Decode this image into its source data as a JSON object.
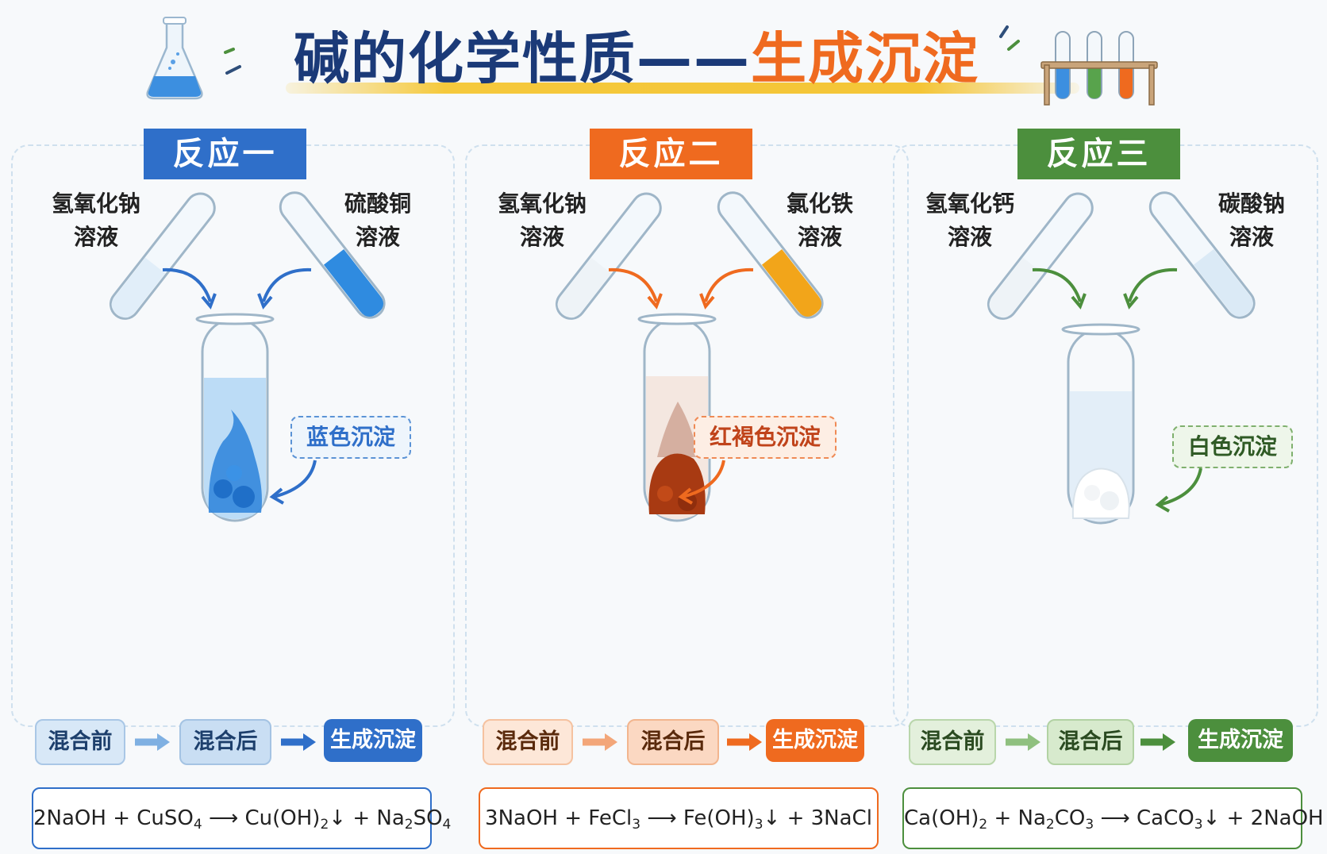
{
  "title": {
    "part1": "碱的化学性质",
    "dash": "——",
    "part2": "生成沉淀"
  },
  "colors": {
    "blue": "#2f6fc9",
    "orange": "#ef6a1f",
    "green": "#4c8f3d",
    "title": "#1b3a78"
  },
  "reactions": [
    {
      "tag": "反应一",
      "reagent_left": [
        "氢氧化钠",
        "溶液"
      ],
      "reagent_right": [
        "硫酸铜",
        "溶液"
      ],
      "precipitate": "蓝色沉淀",
      "steps": [
        "混合前",
        "混合后",
        "生成沉淀"
      ],
      "equation": {
        "lhs1": "2NaOH + CuSO",
        "lhs1_sub": "4",
        "arrow": "⟶",
        "rhs1": "Cu(OH)",
        "rhs1_sub": "2",
        "rhs1_tail": "↓ + Na",
        "rhs2_sub1": "2",
        "rhs2": "SO",
        "rhs2_sub2": "4"
      }
    },
    {
      "tag": "反应二",
      "reagent_left": [
        "氢氧化钠",
        "溶液"
      ],
      "reagent_right": [
        "氯化铁",
        "溶液"
      ],
      "precipitate": "红褐色沉淀",
      "steps": [
        "混合前",
        "混合后",
        "生成沉淀"
      ],
      "equation": {
        "lhs1": "3NaOH + FeCl",
        "lhs1_sub": "3",
        "arrow": "⟶",
        "rhs1": "Fe(OH)",
        "rhs1_sub": "3",
        "rhs1_tail": "↓ + 3NaCl"
      }
    },
    {
      "tag": "反应三",
      "reagent_left": [
        "氢氧化钙",
        "溶液"
      ],
      "reagent_right": [
        "碳酸钠",
        "溶液"
      ],
      "precipitate": "白色沉淀",
      "steps": [
        "混合前",
        "混合后",
        "生成沉淀"
      ],
      "equation": {
        "lhs1": "Ca(OH)",
        "lhs1_sub": "2",
        "lhs1_tail": " + Na",
        "lhs2_sub1": "2",
        "lhs2": "CO",
        "lhs2_sub2": "3",
        "arrow": "⟶",
        "rhs1": "CaCO",
        "rhs1_sub": "3",
        "rhs1_tail": "↓ + 2NaOH"
      }
    }
  ]
}
